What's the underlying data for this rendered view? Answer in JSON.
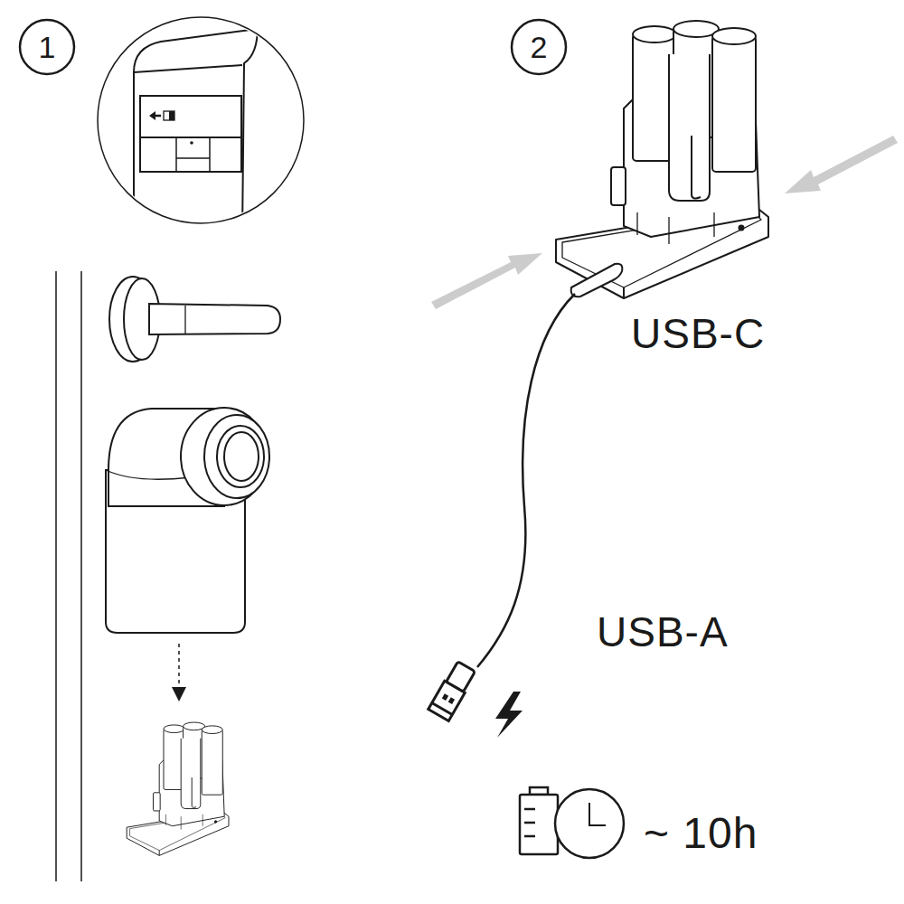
{
  "diagram": {
    "nodes": [
      {
        "text": [
          "1"
        ]
      },
      {
        "text": [
          "2"
        ]
      }
    ],
    "labels": [
      "USB-C",
      "USB-A",
      "~ 10h"
    ]
  }
}
